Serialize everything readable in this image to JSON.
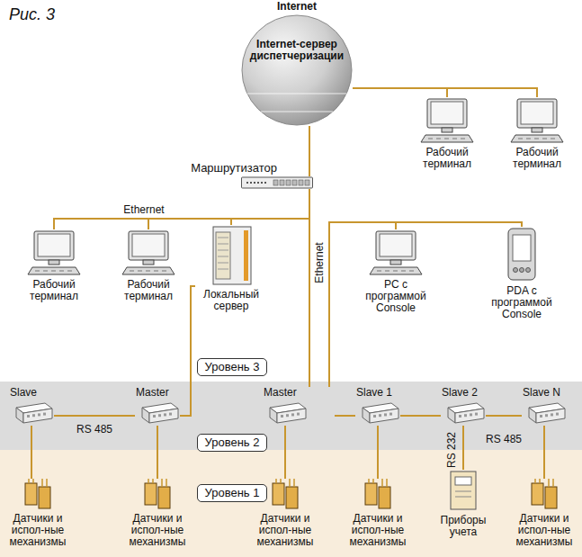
{
  "diagram": {
    "nodes": [
      {
        "text": [
          "Internet",
          "Internet-сервер диспетчеризации"
        ]
      },
      {
        "text": [
          "Маршрутизатор"
        ]
      },
      {
        "text": [
          "Рабочий терминал"
        ]
      },
      {
        "text": [
          "Рабочий терминал"
        ]
      },
      {
        "text": [
          "Рабочий терминал"
        ]
      },
      {
        "text": [
          "Рабочий терминал"
        ]
      },
      {
        "text": [
          "Локальный сервер"
        ]
      },
      {
        "text": [
          "PC с программой Console"
        ]
      },
      {
        "text": [
          "PDA с программой Console"
        ]
      },
      {
        "text": [
          "Уровень 3"
        ]
      },
      {
        "text": [
          "Slave"
        ]
      },
      {
        "text": [
          "Master"
        ]
      },
      {
        "text": [
          "Master"
        ]
      },
      {
        "text": [
          "Slave 1"
        ]
      },
      {
        "text": [
          "Slave 2"
        ]
      },
      {
        "text": [
          "Slave N"
        ]
      },
      {
        "text": [
          "Уровень 2"
        ]
      },
      {
        "text": [
          "Уровень 1"
        ]
      },
      {
        "text": [
          "Датчики и испол-ные механизмы"
        ]
      },
      {
        "text": [
          "Датчики и испол-ные механизмы"
        ]
      },
      {
        "text": [
          "Датчики и испол-ные механизмы"
        ]
      },
      {
        "text": [
          "Датчики и испол-ные механизмы"
        ]
      },
      {
        "text": [
          "Приборы учета"
        ]
      },
      {
        "text": [
          "Датчики и испол-ные механизмы"
        ]
      }
    ],
    "edges": [
      {
        "from": 0,
        "to": 1,
        "arrow": "none"
      },
      {
        "from": 0,
        "to": 2,
        "arrow": "none"
      },
      {
        "from": 0,
        "to": 3,
        "arrow": "none"
      },
      {
        "from": 1,
        "to": 4,
        "arrow": "none",
        "label": "Ethernet"
      },
      {
        "from": 1,
        "to": 5,
        "arrow": "none"
      },
      {
        "from": 1,
        "to": 6,
        "arrow": "none"
      },
      {
        "from": 1,
        "to": 12,
        "arrow": "none",
        "label": "Ethernet"
      },
      {
        "from": 12,
        "to": 7,
        "arrow": "none"
      },
      {
        "from": 12,
        "to": 8,
        "arrow": "none"
      },
      {
        "from": 6,
        "to": 11,
        "arrow": "none"
      },
      {
        "from": 10,
        "to": 11,
        "arrow": "none",
        "label": "RS 485"
      },
      {
        "from": 12,
        "to": 13,
        "arrow": "none"
      },
      {
        "from": 13,
        "to": 14,
        "arrow": "none"
      },
      {
        "from": 14,
        "to": 15,
        "arrow": "none",
        "label": "RS 485"
      },
      {
        "from": 14,
        "to": 22,
        "arrow": "none",
        "label": "RS 232"
      },
      {
        "from": 10,
        "to": 18,
        "arrow": "none"
      },
      {
        "from": 11,
        "to": 19,
        "arrow": "none"
      },
      {
        "from": 12,
        "to": 20,
        "arrow": "none"
      },
      {
        "from": 13,
        "to": 21,
        "arrow": "none"
      },
      {
        "from": 15,
        "to": 23,
        "arrow": "none"
      }
    ],
    "labels": [
      "Рис. 3"
    ]
  }
}
